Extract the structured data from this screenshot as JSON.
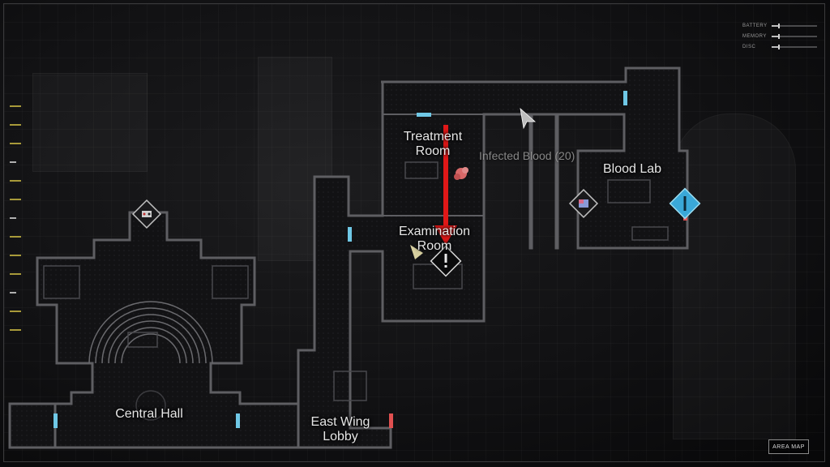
{
  "rooms": {
    "treatment": "Treatment\nRoom",
    "examination": "Examination\nRoom",
    "blood_lab": "Blood Lab",
    "central_hall": "Central Hall",
    "east_wing": "East Wing\nLobby"
  },
  "item_label": "Infected Blood (20)",
  "status": [
    {
      "label": "BATTERY",
      "level": 0.15
    },
    {
      "label": "MEMORY",
      "level": 0.15
    },
    {
      "label": "DISC",
      "level": 0.15
    }
  ],
  "area_map_button": "AREA MAP",
  "colors": {
    "door_open": "#6fc8e6",
    "door_locked": "#e05050",
    "arrow": "#e01818",
    "wall": "#5e5e62",
    "tick_active": "#a89a3a",
    "tick_inactive": "#b0b0b0"
  },
  "icons": {
    "save_point": "save-typewriter-icon",
    "item": "infected-blood-item-icon",
    "alert": "alert-exclamation-icon",
    "player": "player-cursor-icon",
    "key_item": "key-item-icon",
    "blue_marker": "objective-marker-icon"
  }
}
